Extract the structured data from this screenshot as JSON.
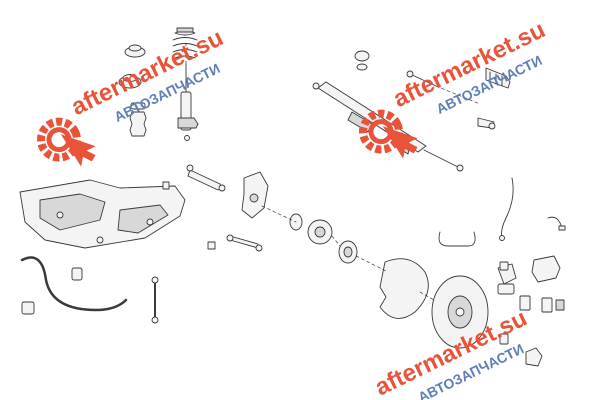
{
  "watermarks": [
    {
      "brand": "aftermarket.su",
      "subtitle": "АВТОЗАПЧАСТИ"
    },
    {
      "brand": "aftermarket.su",
      "subtitle": "АВТОЗАПЧАСТИ"
    },
    {
      "brand": "aftermarket.su",
      "subtitle": "АВТОЗАПЧАСТИ"
    }
  ],
  "colors": {
    "line": "#3a3a3a",
    "fill": "#f4f4f4",
    "fill_dark": "#d8d8d8",
    "watermark": "#e8533a",
    "watermark_sub": "#5f7fb8"
  },
  "icons": [
    "gear-logo-icon"
  ]
}
